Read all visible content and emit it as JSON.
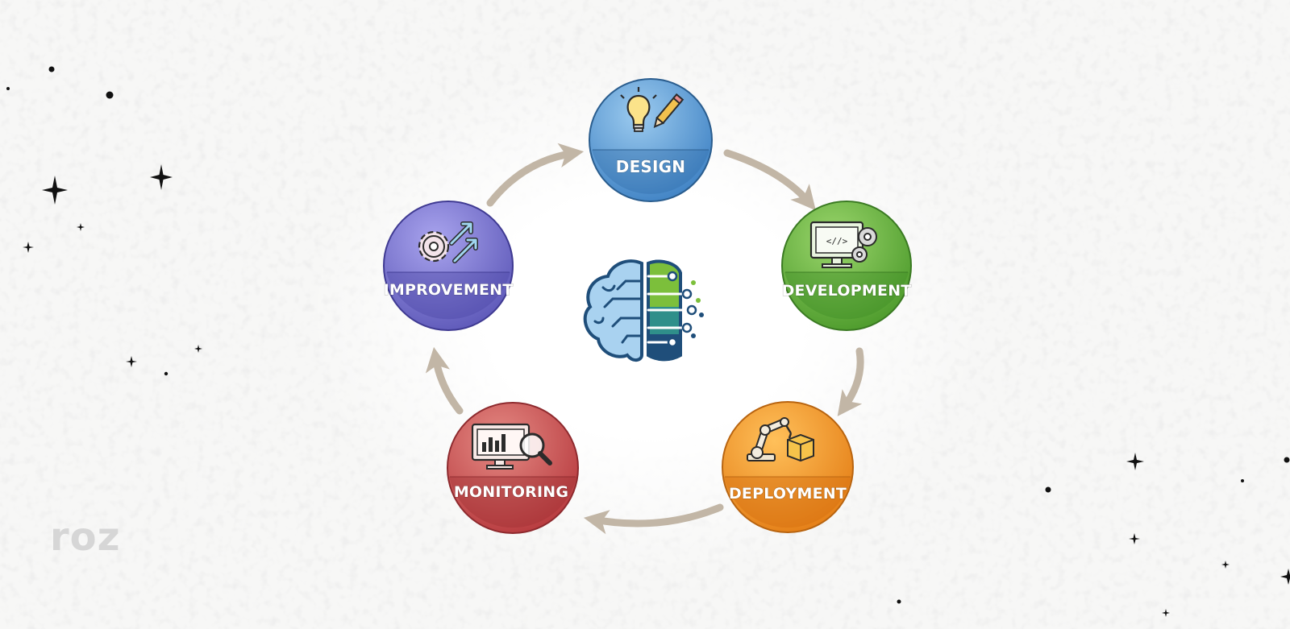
{
  "brand": "roz",
  "center_icon": "brain-circuit-icon",
  "colors": {
    "background": "#f7f7f6",
    "arrow": "#c2b6a6",
    "design": "#4f93cf",
    "development": "#5fae3b",
    "deployment": "#ef8e22",
    "monitoring": "#c9484a",
    "improvement": "#6d67c6"
  },
  "stages": [
    {
      "id": "design",
      "label": "DESIGN",
      "icon": "lightbulb-pencil-icon"
    },
    {
      "id": "development",
      "label": "DEVELOPMENT",
      "icon": "monitor-code-gears-icon"
    },
    {
      "id": "deployment",
      "label": "DEPLOYMENT",
      "icon": "robot-arm-box-icon"
    },
    {
      "id": "monitoring",
      "label": "MONITORING",
      "icon": "dashboard-magnifier-icon"
    },
    {
      "id": "improvement",
      "label": "IMPROVEMENT",
      "icon": "gear-arrows-up-icon"
    }
  ]
}
